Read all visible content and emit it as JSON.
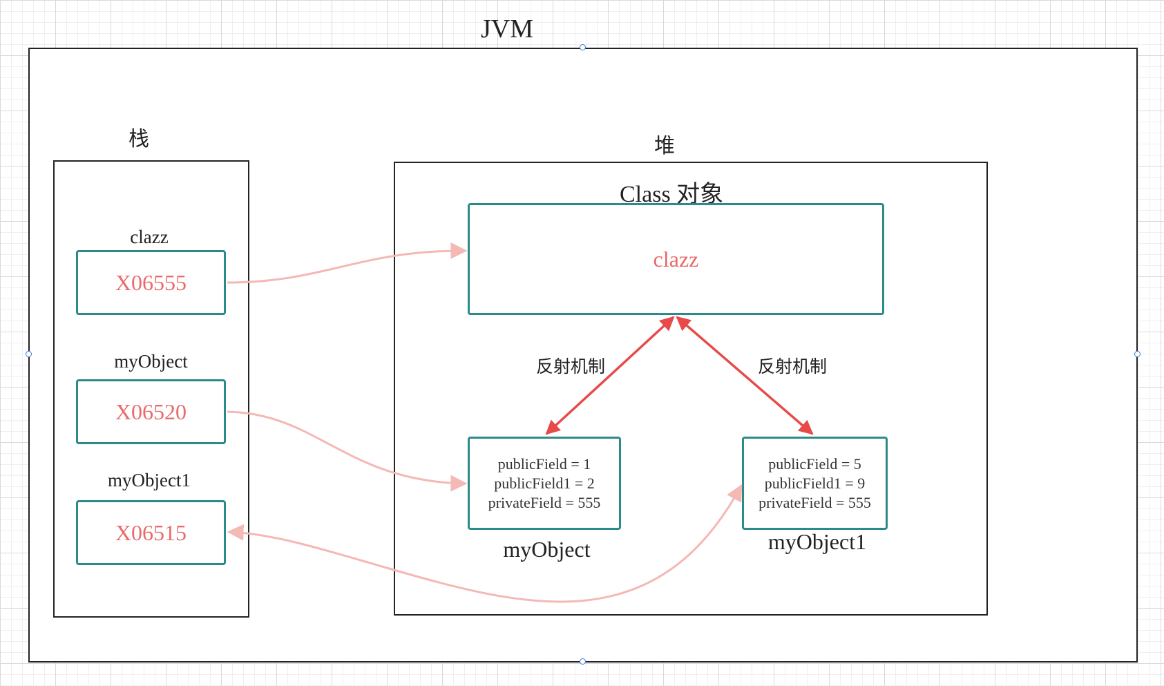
{
  "jvm": {
    "title": "JVM"
  },
  "stack": {
    "title": "栈",
    "entries": [
      {
        "name": "clazz",
        "value": "X06555"
      },
      {
        "name": "myObject",
        "value": "X06520"
      },
      {
        "name": "myObject1",
        "value": "X06515"
      }
    ]
  },
  "heap": {
    "title": "堆",
    "class_object": {
      "title": "Class 对象",
      "value": "clazz"
    },
    "objects": [
      {
        "name": "myObject",
        "fields": [
          "publicField = 1",
          "publicField1 = 2",
          "privateField = 555"
        ]
      },
      {
        "name": "myObject1",
        "fields": [
          "publicField = 5",
          "publicField1 = 9",
          "privateField = 555"
        ]
      }
    ],
    "reflection_label": "反射机制"
  },
  "colors": {
    "border": "#222222",
    "cell_border": "#2b8a8a",
    "reference_text": "#e96a6a",
    "reference_arrow": "#f4b8b5",
    "reflection_arrow": "#e84a4a",
    "handle": "#3a7bd5"
  }
}
